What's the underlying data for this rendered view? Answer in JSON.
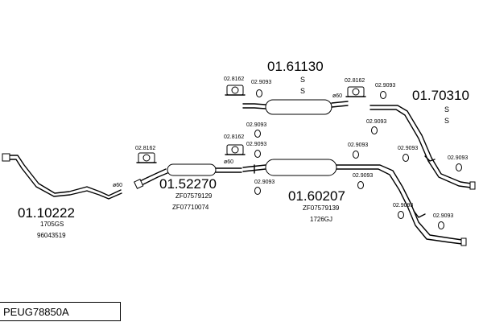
{
  "parts": {
    "p1": {
      "number": "01.10222",
      "refs": [
        "1705GS",
        "96043519"
      ]
    },
    "p2": {
      "number": "01.52270",
      "refs": [
        "ZF07579129",
        "ZF07710074"
      ]
    },
    "p3": {
      "number": "01.61130",
      "refs": [
        "S",
        "S"
      ]
    },
    "p4": {
      "number": "01.60207",
      "refs": [
        "ZF07579139",
        "1726GJ"
      ]
    },
    "p5": {
      "number": "01.70310",
      "refs": [
        "S",
        "S"
      ]
    }
  },
  "fittings": {
    "hanger": "02.8162",
    "ring": "02.9093",
    "clamp_60": "ø60"
  },
  "footer": {
    "code": "PEUG78850A"
  }
}
